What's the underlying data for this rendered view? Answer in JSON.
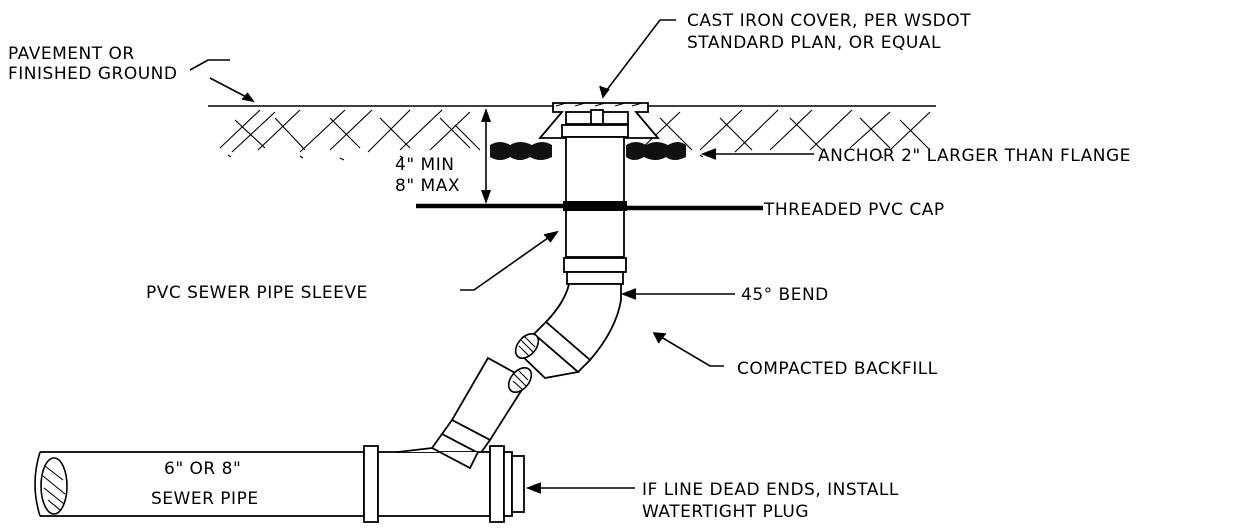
{
  "labels": {
    "pavement_line1": "PAVEMENT OR",
    "pavement_line2": "FINISHED GROUND",
    "cover_line1": "CAST IRON COVER,  PER WSDOT",
    "cover_line2": "STANDARD PLAN, OR EQUAL",
    "anchor": "ANCHOR 2\" LARGER THAN FLANGE",
    "dim_min": "4\"  MIN",
    "dim_max": "8\"  MAX",
    "cap": "THREADED PVC CAP",
    "sleeve": "PVC SEWER PIPE SLEEVE",
    "bend": "45° BEND",
    "backfill": "COMPACTED BACKFILL",
    "sewer_line1": "6\" OR 8\"",
    "sewer_line2": "SEWER PIPE",
    "plug_line1": "IF LINE DEAD ENDS, INSTALL",
    "plug_line2": "WATERTIGHT PLUG"
  },
  "colors": {
    "ink": "#000000",
    "paper": "#ffffff"
  }
}
